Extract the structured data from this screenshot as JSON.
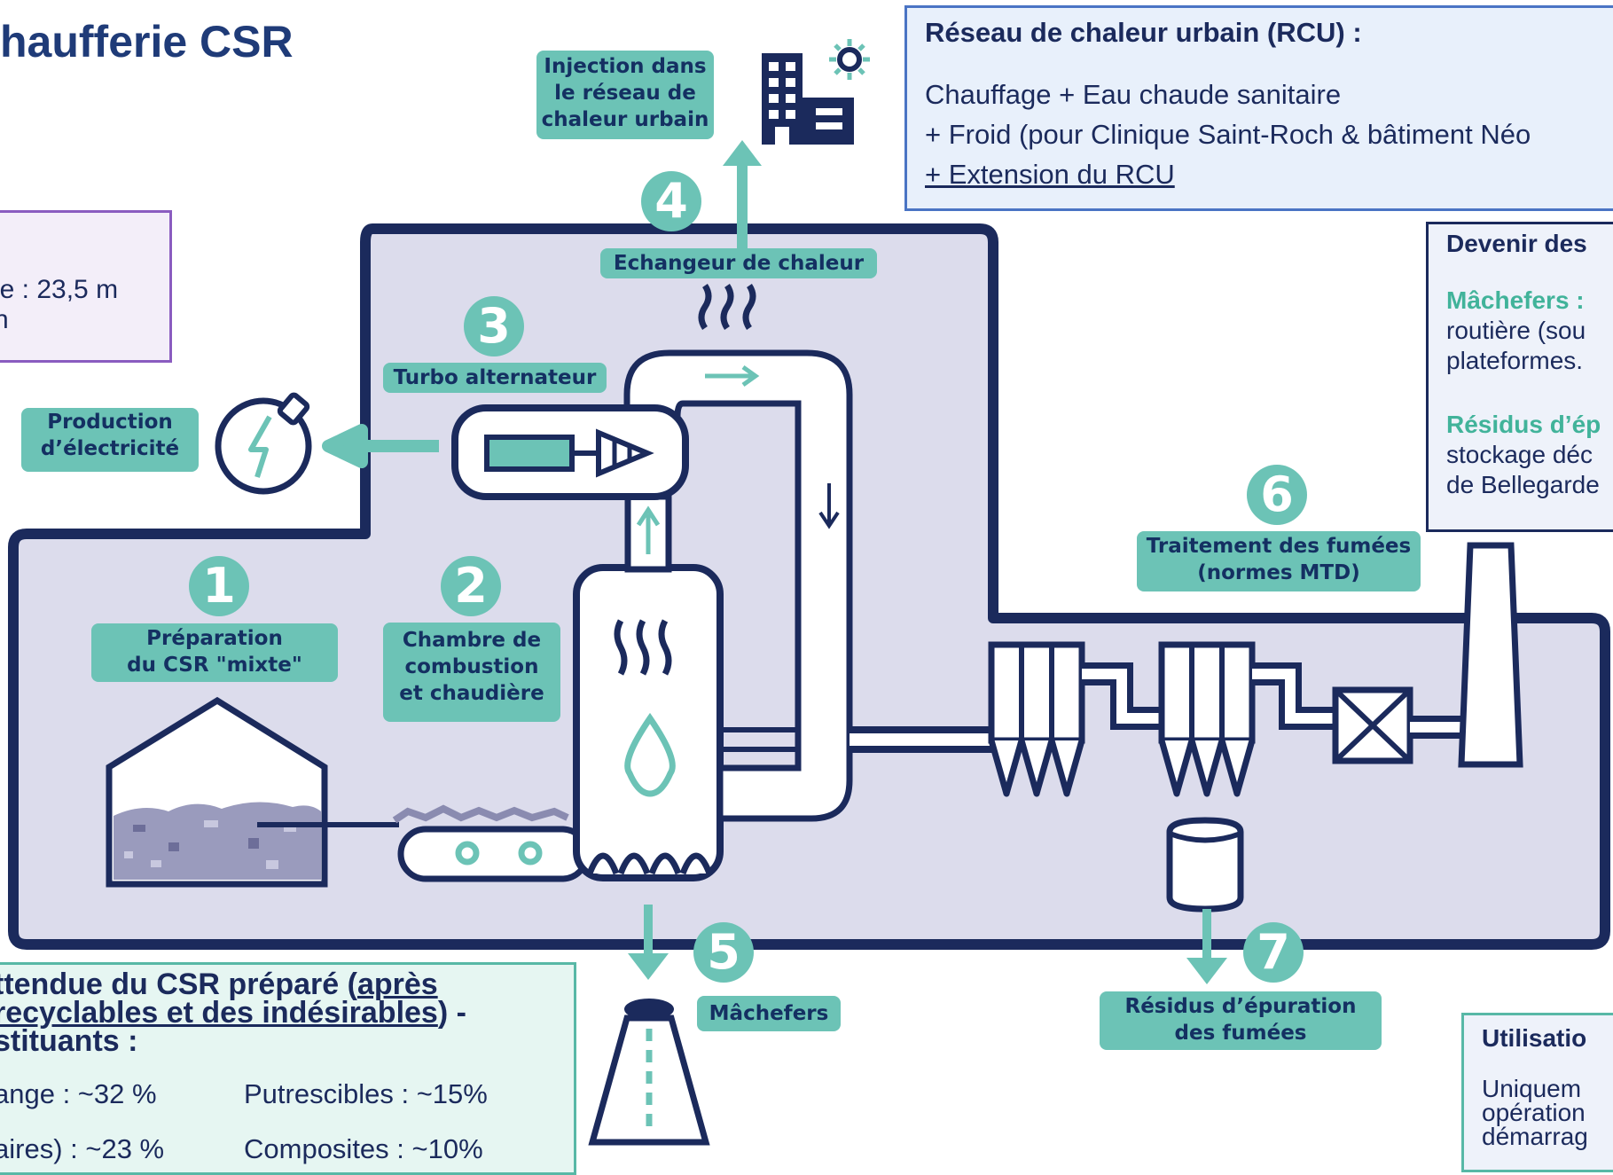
{
  "title": "haufferie CSR",
  "rcu_panel": {
    "heading": "Réseau de chaleur urbain (RCU) :",
    "line1": "Chauffage + Eau chaude sanitaire",
    "line2": "+ Froid (pour Clinique Saint-Roch & bâtiment Néo",
    "line3": "+ Extension du RCU"
  },
  "devenir_panel": {
    "heading": "Devenir des",
    "machefers_label": "Mâchefers :",
    "machefers_text1": "routière (sou",
    "machefers_text2": "plateformes.",
    "residus_label": "Résidus d’ép",
    "residus_text1": "stockage déc",
    "residus_text2": "de Bellegarde"
  },
  "purple_panel": {
    "line1": "ie : 23,5 m",
    "line2": "n"
  },
  "csr_panel": {
    "heading_line1_prefix": "ttendue du CSR préparé (",
    "heading_line1_underlined": "après",
    "heading_line2_underlined": "recyclables et des indésirables",
    "heading_line2_suffix": ") -",
    "heading_line3": "stituants :",
    "row1_left": "ange : ~32 %",
    "row1_right": "Putrescibles : ~15%",
    "row2_left": "aires) : ~23 %",
    "row2_right": "Composites : ~10%"
  },
  "util_panel": {
    "heading": "Utilisatio",
    "line1": "Uniquem",
    "line2": "opération",
    "line3": "démarrag"
  },
  "steps": {
    "step1": {
      "number": "1",
      "label_line1": "Préparation",
      "label_line2": "du CSR \"mixte\""
    },
    "step2": {
      "number": "2",
      "label_line1": "Chambre de",
      "label_line2": "combustion",
      "label_line3": "et chaudière"
    },
    "step3": {
      "number": "3",
      "label": "Turbo alternateur"
    },
    "step4": {
      "number": "4",
      "label": "Echangeur de chaleur"
    },
    "step5": {
      "number": "5",
      "label": "Mâchefers"
    },
    "step6": {
      "number": "6",
      "label_line1": "Traitement des fumées",
      "label_line2": "(normes MTD)"
    },
    "step7": {
      "number": "7",
      "label_line1": "Résidus d’épuration",
      "label_line2": "des fumées"
    }
  },
  "injection": {
    "line1": "Injection dans",
    "line2": "le réseau de",
    "line3": "chaleur urbain"
  },
  "production": {
    "line1": "Production",
    "line2": "d’électricité"
  },
  "colors": {
    "navy": "#1b2a5c",
    "teal": "#6cc3b6",
    "lavender": "#dcdcec",
    "blue_border": "#4a74c4",
    "purple_border": "#8a5cc0"
  }
}
